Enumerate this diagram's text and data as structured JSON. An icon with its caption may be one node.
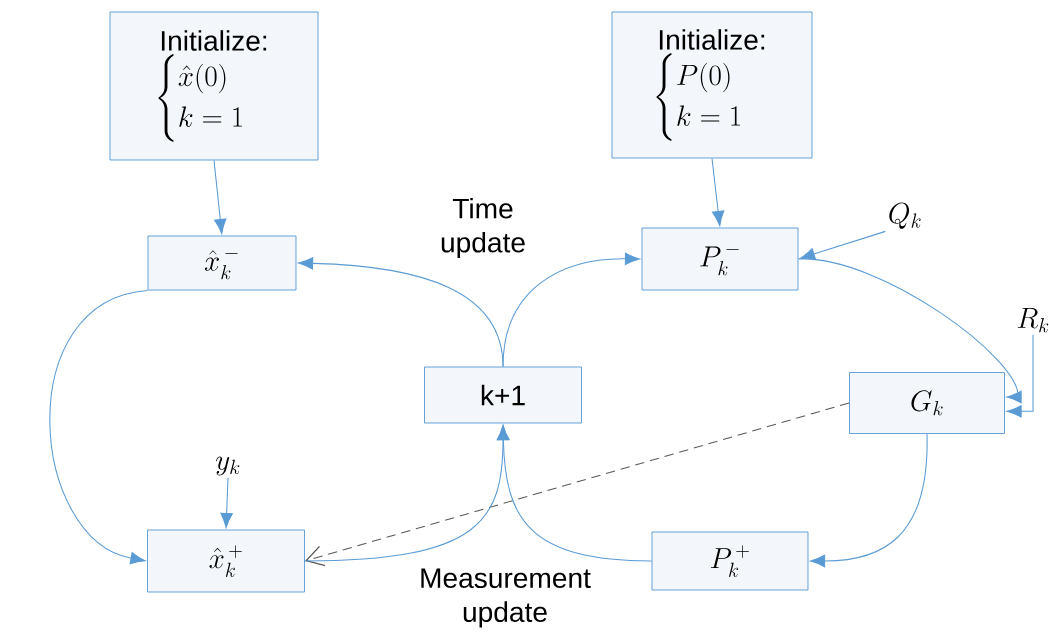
{
  "diagram": {
    "nodes": [
      {
        "text": [
          "Initialize:",
          "\\begin{cases}\\hat{x}(0)\\\\ k=1\\end{cases}"
        ]
      },
      {
        "text": [
          "Initialize:",
          "\\begin{cases}P(0)\\\\ k=1\\end{cases}"
        ]
      },
      {
        "text": [
          "\\hat{x}_k^{\\,-}"
        ]
      },
      {
        "text": [
          "P_k^{\\,-}"
        ]
      },
      {
        "text": [
          "k+1"
        ]
      },
      {
        "text": [
          "G_k"
        ]
      },
      {
        "text": [
          "\\hat{x}_k^{\\,+}"
        ]
      },
      {
        "text": [
          "P_k^{\\,+}"
        ]
      },
      {
        "text": [
          "Q_k"
        ]
      },
      {
        "text": [
          "R_k"
        ]
      },
      {
        "text": [
          "y_k"
        ]
      }
    ],
    "edges": [
      {
        "from": 0,
        "to": 2,
        "arrow": "to"
      },
      {
        "from": 1,
        "to": 3,
        "arrow": "to"
      },
      {
        "from": 4,
        "to": 2,
        "arrow": "to"
      },
      {
        "from": 4,
        "to": 3,
        "arrow": "to"
      },
      {
        "from": 8,
        "to": 3,
        "arrow": "to"
      },
      {
        "from": 3,
        "to": 5,
        "arrow": "to"
      },
      {
        "from": 9,
        "to": 5,
        "arrow": "to"
      },
      {
        "from": 2,
        "to": 6,
        "arrow": "to"
      },
      {
        "from": 10,
        "to": 6,
        "arrow": "to"
      },
      {
        "from": 5,
        "to": 6,
        "arrow": "to",
        "style": "dashed",
        "color": "#595959"
      },
      {
        "from": 5,
        "to": 7,
        "arrow": "to"
      },
      {
        "from": 7,
        "to": 4,
        "arrow": "to"
      },
      {
        "from": 6,
        "to": 4,
        "arrow": "to"
      }
    ],
    "labels": [
      "Time update",
      "Measurement update"
    ]
  }
}
